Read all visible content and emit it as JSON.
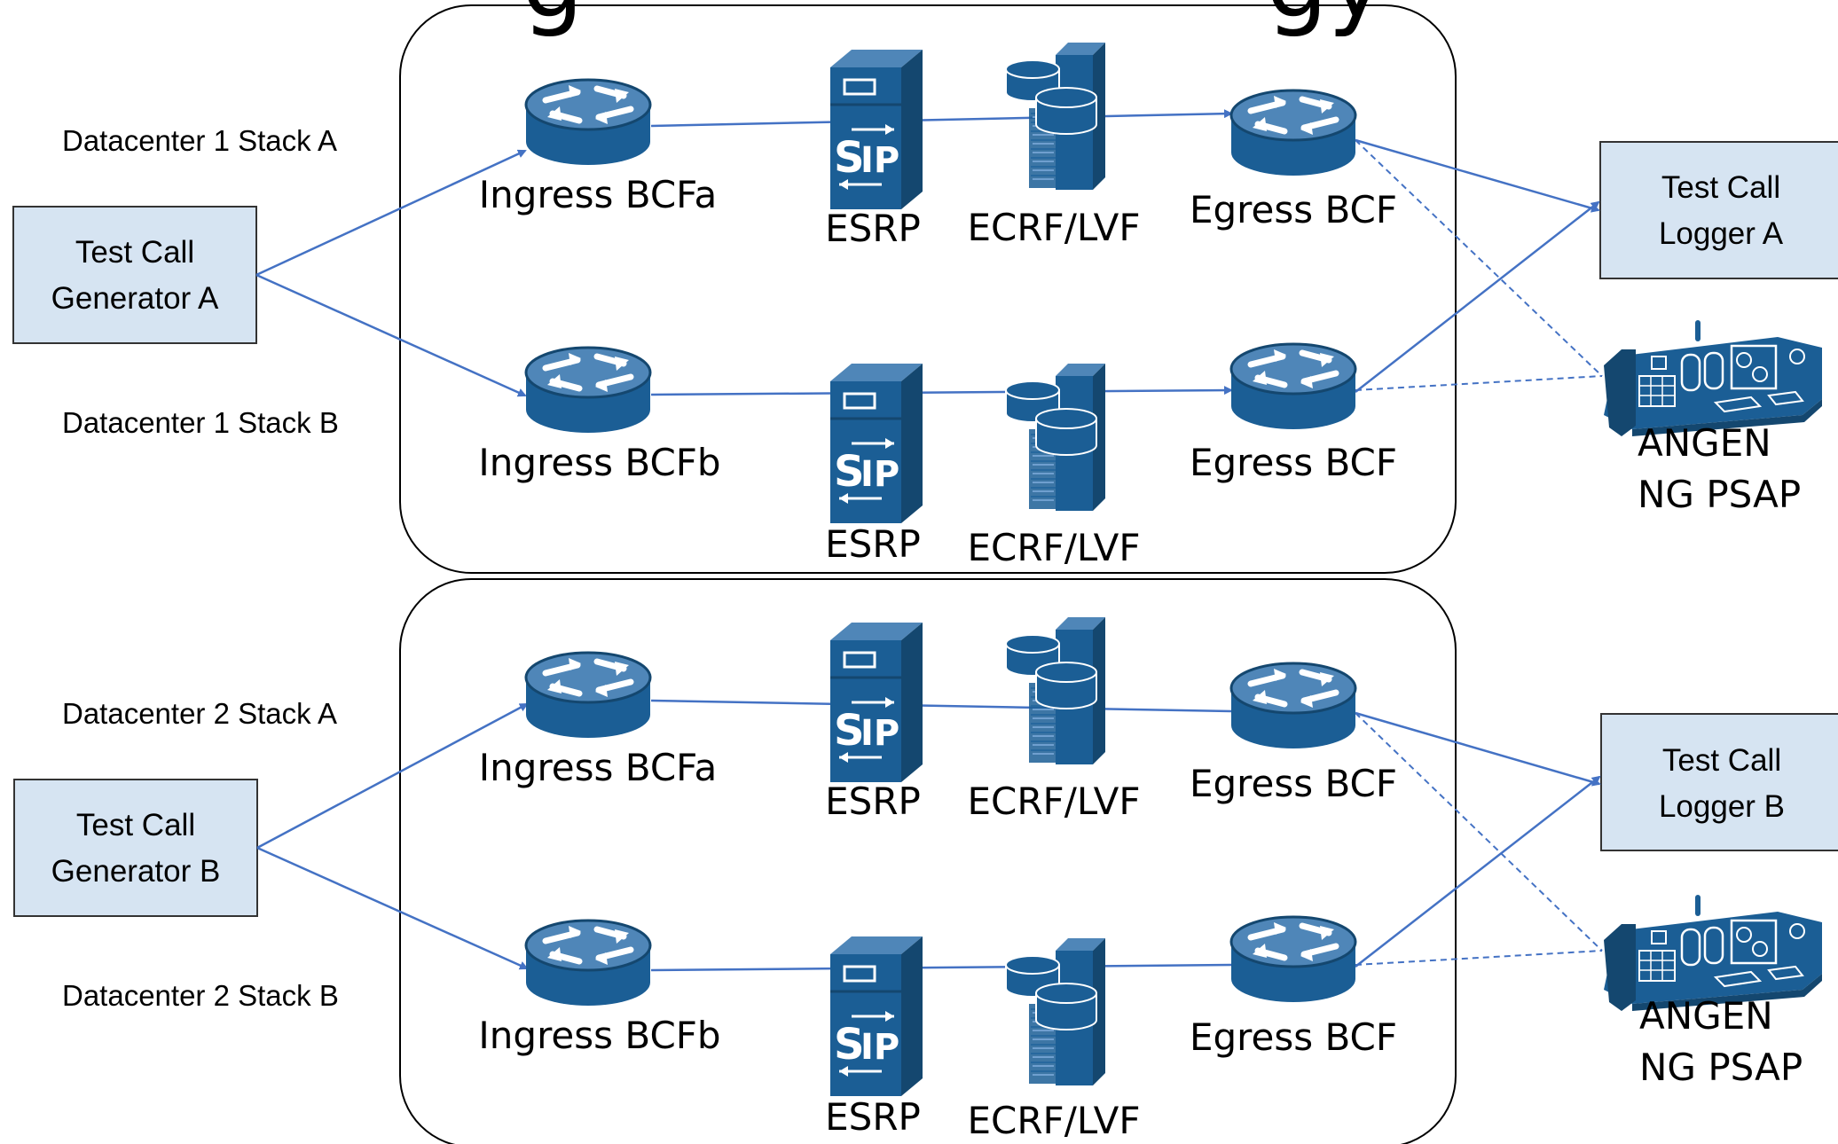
{
  "title_fragment": "g                      gy",
  "colors": {
    "device_blue": "#1b5e95",
    "device_dark": "#14476f",
    "device_light": "#4f86b8",
    "link_blue": "#4472c4",
    "box_fill": "#d6e4f2",
    "datacenter_border": "#000000"
  },
  "datacenters": [
    {
      "name": "Datacenter 1",
      "stack_a_label": "Datacenter 1 Stack A",
      "stack_b_label": "Datacenter 1 Stack B",
      "generator": {
        "line1": "Test Call",
        "line2": "Generator A"
      },
      "logger": {
        "line1": "Test Call",
        "line2": "Logger A"
      },
      "psap": {
        "line1": "ANGEN",
        "line2": "NG PSAP"
      },
      "stacks": [
        {
          "ingress": "Ingress BCFa",
          "esrp": "ESRP",
          "ecrf": "ECRF/LVF",
          "egress": "Egress BCF"
        },
        {
          "ingress": "Ingress BCFb",
          "esrp": "ESRP",
          "ecrf": "ECRF/LVF",
          "egress": "Egress BCF"
        }
      ]
    },
    {
      "name": "Datacenter 2",
      "stack_a_label": "Datacenter 2 Stack A",
      "stack_b_label": "Datacenter 2 Stack B",
      "generator": {
        "line1": "Test Call",
        "line2": "Generator B"
      },
      "logger": {
        "line1": "Test Call",
        "line2": "Logger B"
      },
      "psap": {
        "line1": "ANGEN",
        "line2": "NG PSAP"
      },
      "stacks": [
        {
          "ingress": "Ingress BCFa",
          "esrp": "ESRP",
          "ecrf": "ECRF/LVF",
          "egress": "Egress BCF"
        },
        {
          "ingress": "Ingress BCFb",
          "esrp": "ESRP",
          "ecrf": "ECRF/LVF",
          "egress": "Egress BCF"
        }
      ]
    }
  ],
  "icons": {
    "router": "router-icon",
    "sip_server": "sip-server-icon",
    "database_server": "database-server-icon",
    "phone_console": "phone-console-icon"
  }
}
